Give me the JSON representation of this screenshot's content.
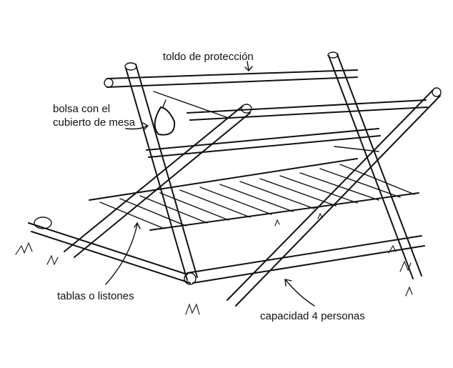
{
  "labels": {
    "toldo": "toldo de protección",
    "bolsa_line1": "bolsa con el",
    "bolsa_line2": "cubierto de mesa",
    "tablas": "tablas o listones",
    "capacidad": "capacidad 4 personas"
  }
}
